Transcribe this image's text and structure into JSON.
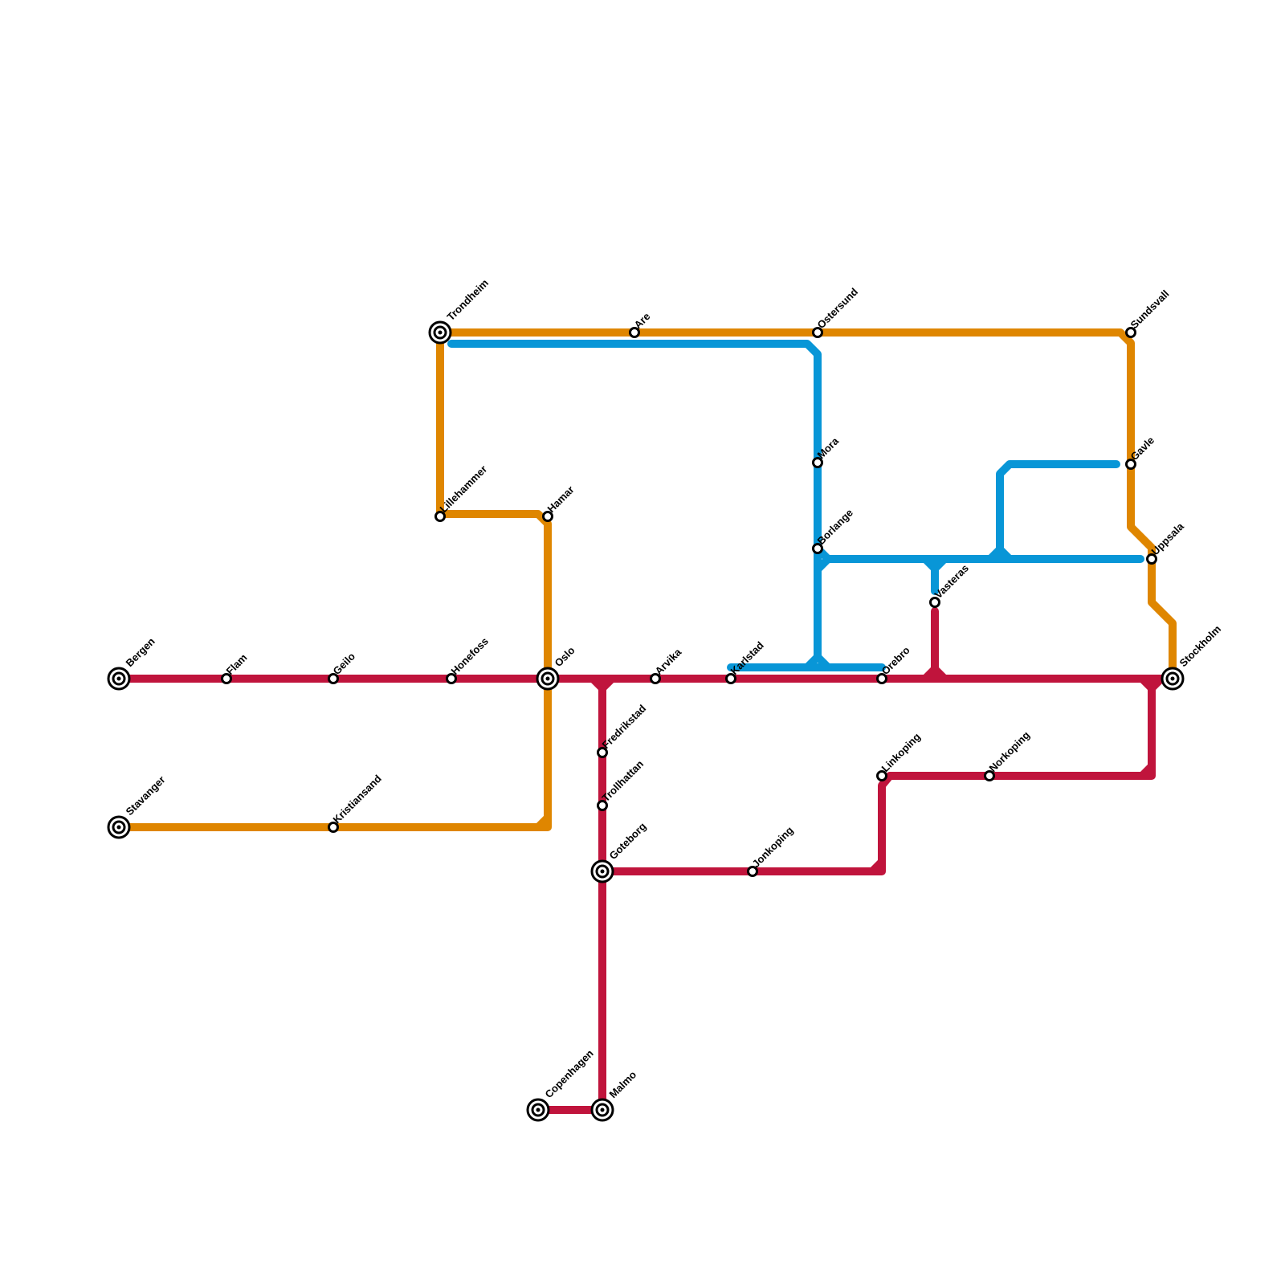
{
  "colors": {
    "red": "#c0143c",
    "orange": "#df8600",
    "blue": "#0896d7"
  },
  "lines": [
    {
      "id": "red-line",
      "color": "red"
    },
    {
      "id": "orange-line",
      "color": "orange"
    },
    {
      "id": "blue-line",
      "color": "blue"
    }
  ],
  "stations": [
    {
      "id": "bergen",
      "name": "Bergen",
      "interchange": true
    },
    {
      "id": "flam",
      "name": "Flam",
      "interchange": false
    },
    {
      "id": "geilo",
      "name": "Geilo",
      "interchange": false
    },
    {
      "id": "honefoss",
      "name": "Honefoss",
      "interchange": false
    },
    {
      "id": "oslo",
      "name": "Oslo",
      "interchange": true
    },
    {
      "id": "arvika",
      "name": "Arvika",
      "interchange": false
    },
    {
      "id": "karlstad",
      "name": "Karlstad",
      "interchange": false
    },
    {
      "id": "orebro",
      "name": "Orebro",
      "interchange": false
    },
    {
      "id": "stockholm",
      "name": "Stockholm",
      "interchange": true
    },
    {
      "id": "stavanger",
      "name": "Stavanger",
      "interchange": true
    },
    {
      "id": "kristiansand",
      "name": "Kristiansand",
      "interchange": false
    },
    {
      "id": "trondheim",
      "name": "Trondheim",
      "interchange": true
    },
    {
      "id": "are",
      "name": "Are",
      "interchange": false
    },
    {
      "id": "ostersund",
      "name": "Ostersund",
      "interchange": false
    },
    {
      "id": "sundsvall",
      "name": "Sundsvall",
      "interchange": false
    },
    {
      "id": "gavle",
      "name": "Gavle",
      "interchange": false
    },
    {
      "id": "uppsala",
      "name": "Uppsala",
      "interchange": false
    },
    {
      "id": "lillehammer",
      "name": "Lillehammer",
      "interchange": false
    },
    {
      "id": "hamar",
      "name": "Hamar",
      "interchange": false
    },
    {
      "id": "mora",
      "name": "Mora",
      "interchange": false
    },
    {
      "id": "borlange",
      "name": "Borlange",
      "interchange": false
    },
    {
      "id": "vasteras",
      "name": "Vasteras",
      "interchange": false
    },
    {
      "id": "fredrikstad",
      "name": "Fredrikstad",
      "interchange": false
    },
    {
      "id": "trollhattan",
      "name": "Trollhattan",
      "interchange": false
    },
    {
      "id": "goteborg",
      "name": "Goteborg",
      "interchange": true
    },
    {
      "id": "jonkoping",
      "name": "Jonkoping",
      "interchange": false
    },
    {
      "id": "linkoping",
      "name": "Linkoping",
      "interchange": false
    },
    {
      "id": "norkoping",
      "name": "Norkoping",
      "interchange": false
    },
    {
      "id": "copenhagen",
      "name": "Copenhagen",
      "interchange": true
    },
    {
      "id": "malmo",
      "name": "Malmo",
      "interchange": true
    }
  ]
}
